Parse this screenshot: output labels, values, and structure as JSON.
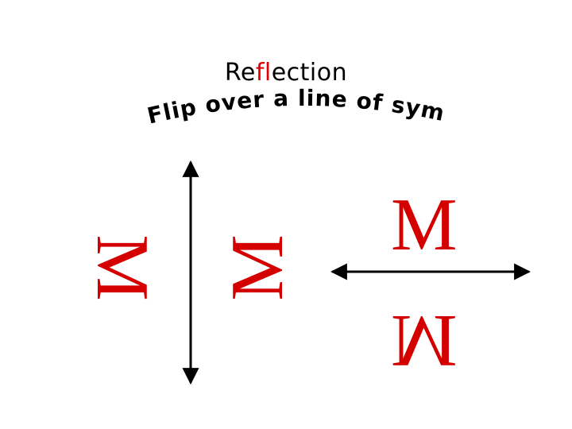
{
  "slide": {
    "title": {
      "before": "Re",
      "accent1": "f",
      "accent2": "l",
      "after": "ection"
    },
    "subtitle": "Flip over a line of symmetry",
    "letter": "M"
  },
  "colors": {
    "text": "#000000",
    "accent": "#e00000",
    "letter": "#d40000",
    "arrow": "#000000"
  }
}
